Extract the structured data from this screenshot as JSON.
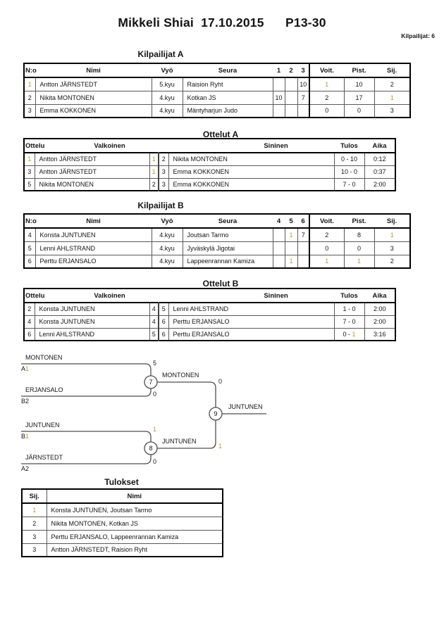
{
  "title": "Mikkeli Shiai  17.10.2015      P13-30",
  "competitors_count_label": "Kilpailijat: 6",
  "colors": {
    "accent_digit": "#b09a3c"
  },
  "kilpA": {
    "heading": "Kilpailijat A",
    "columns": [
      "N:o",
      "Nimi",
      "Vyö",
      "Seura",
      "1",
      "2",
      "3",
      "Voit.",
      "Pist.",
      "Sij."
    ],
    "rows": [
      [
        "1",
        "Antton JÄRNSTEDT",
        "5.kyu",
        "Raision Ryht",
        "",
        "",
        "10",
        "1",
        "10",
        "2"
      ],
      [
        "2",
        "Nikita MONTONEN",
        "4.kyu",
        "Kotkan JS",
        "10",
        "",
        "7",
        "2",
        "17",
        "1"
      ],
      [
        "3",
        "Emma KOKKONEN",
        "4.kyu",
        "Mäntyharjun Judo",
        "",
        "",
        "",
        "0",
        "0",
        "3"
      ]
    ]
  },
  "ottA": {
    "heading": "Ottelut A",
    "columns": [
      "Ottelu",
      "Valkoinen",
      "",
      "",
      "Sininen",
      "Tulos",
      "Aika"
    ],
    "rows": [
      [
        "1",
        "Antton JÄRNSTEDT",
        "1",
        "2",
        "Nikita MONTONEN",
        "0 - 10",
        "0:12"
      ],
      [
        "3",
        "Antton JÄRNSTEDT",
        "1",
        "3",
        "Emma KOKKONEN",
        "10 - 0",
        "0:37"
      ],
      [
        "5",
        "Nikita MONTONEN",
        "2",
        "3",
        "Emma KOKKONEN",
        "7 - 0",
        "2:00"
      ]
    ]
  },
  "kilpB": {
    "heading": "Kilpailijat B",
    "columns": [
      "N:o",
      "Nimi",
      "Vyö",
      "Seura",
      "4",
      "5",
      "6",
      "Voit.",
      "Pist.",
      "Sij."
    ],
    "rows": [
      [
        "4",
        "Konsta JUNTUNEN",
        "4.kyu",
        "Joutsan Tarmo",
        "",
        "1",
        "7",
        "2",
        "8",
        "1"
      ],
      [
        "5",
        "Lenni AHLSTRAND",
        "4.kyu",
        "Jyväskylä Jigotai",
        "",
        "",
        "",
        "0",
        "0",
        "3"
      ],
      [
        "6",
        "Perttu ERJANSALO",
        "4.kyu",
        "Lappeenrannan Kamiza",
        "",
        "1",
        "",
        "1",
        "1",
        "2"
      ]
    ]
  },
  "ottB": {
    "heading": "Ottelut B",
    "columns": [
      "Ottelu",
      "Valkoinen",
      "",
      "",
      "Sininen",
      "Tulos",
      "Aika"
    ],
    "rows": [
      [
        "2",
        "Konsta JUNTUNEN",
        "4",
        "5",
        "Lenni AHLSTRAND",
        "1 - 0",
        "2:00"
      ],
      [
        "4",
        "Konsta JUNTUNEN",
        "4",
        "6",
        "Perttu ERJANSALO",
        "7 - 0",
        "2:00"
      ],
      [
        "6",
        "Lenni AHLSTRAND",
        "5",
        "6",
        "Perttu ERJANSALO",
        "0 - 1",
        "3:16"
      ]
    ]
  },
  "bracket": {
    "m7": {
      "num": "7",
      "top_name": "MONTONEN",
      "top_seed_letter": "A",
      "top_seed_num": "1",
      "top_score": "5",
      "bot_name": "ERJANSALO",
      "bot_seed": "B2",
      "bot_score": "0",
      "winner": "MONTONEN",
      "winner_score": "0"
    },
    "m8": {
      "num": "8",
      "top_name": "JUNTUNEN",
      "top_seed_letter": "B",
      "top_seed_num": "1",
      "top_score": "1",
      "bot_name": "JÄRNSTEDT",
      "bot_seed": "A2",
      "bot_score": "0",
      "winner": "JUNTUNEN",
      "winner_score": "1"
    },
    "m9": {
      "num": "9",
      "winner": "JUNTUNEN"
    }
  },
  "tulokset": {
    "heading": "Tulokset",
    "columns": [
      "Sij.",
      "Nimi"
    ],
    "rows": [
      [
        "1",
        "Konsta JUNTUNEN, Joutsan Tarmo"
      ],
      [
        "2",
        "Nikita MONTONEN, Kotkan JS"
      ],
      [
        "3",
        "Perttu ERJANSALO, Lappeenrannan Kamiza"
      ],
      [
        "3",
        "Antton JÄRNSTEDT, Raision Ryht"
      ]
    ]
  }
}
